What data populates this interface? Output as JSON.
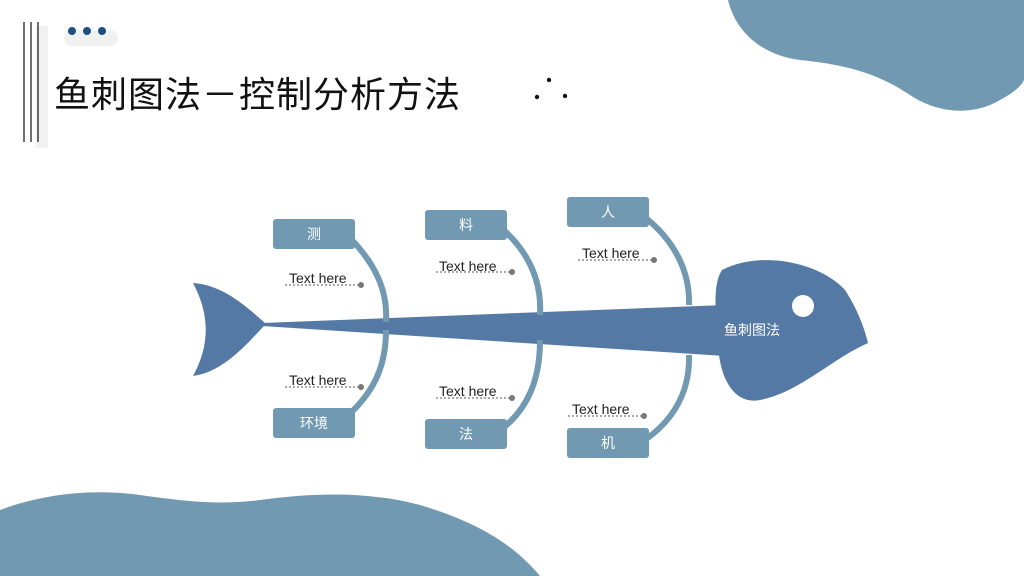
{
  "title": "鱼刺图法－控制分析方法",
  "fish": {
    "head_label": "鱼刺图法",
    "bones": [
      {
        "label": "测",
        "note": "Text here"
      },
      {
        "label": "料",
        "note": "Text here"
      },
      {
        "label": "人",
        "note": "Text here"
      },
      {
        "label": "环境",
        "note": "Text here"
      },
      {
        "label": "法",
        "note": "Text here"
      },
      {
        "label": "机",
        "note": "Text here"
      }
    ]
  },
  "colors": {
    "fish": "#5379a4",
    "bone": "#7199b1",
    "blob": "#7199b1",
    "dot_accent": "#1f4f82",
    "dot_note": "#777777"
  }
}
